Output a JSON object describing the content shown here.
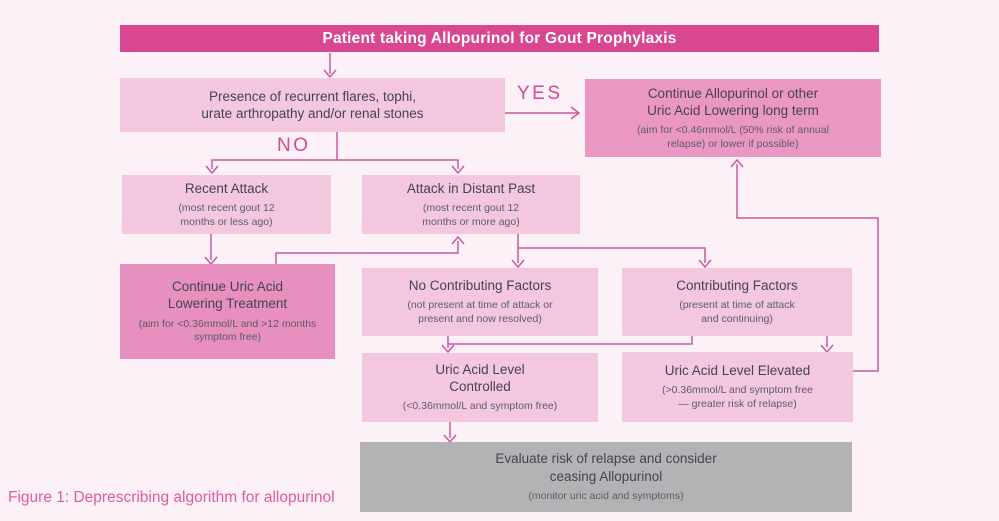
{
  "header": {
    "title": "Patient taking Allopurinol for Gout Prophylaxis"
  },
  "caption": "Figure 1: Deprescribing algorithm for allopurinol",
  "branch_labels": {
    "yes": "YES",
    "no": "NO"
  },
  "colors": {
    "background": "#fcf1f7",
    "title_bar": "#d8478f",
    "box_light_pink": "#f3c8de",
    "box_medium_pink": "#eb97c3",
    "box_dark_pink": "#e78fbe",
    "box_gray": "#b3b2b4",
    "arrow": "#c9599f",
    "accent_text": "#d8479a"
  },
  "nodes": {
    "presence": {
      "title": "Presence of recurrent flares, tophi,\nurate arthropathy and/or renal stones"
    },
    "continue_allopurinol": {
      "title": "Continue Allopurinol or other\nUric Acid Lowering long term",
      "sub": "(aim for <0.46mmol/L (50% risk of annual\nrelapse) or lower if possible)"
    },
    "recent_attack": {
      "title": "Recent Attack",
      "sub": "(most recent gout 12\nmonths or less ago)"
    },
    "attack_distant_past": {
      "title": "Attack in Distant Past",
      "sub": "(most recent gout 12\nmonths or more ago)"
    },
    "continue_uric_acid": {
      "title": "Continue Uric Acid\nLowering Treatment",
      "sub": "(aim for <0.36mmol/L and >12 months\nsymptom free)"
    },
    "no_contributing_factors": {
      "title": "No Contributing Factors",
      "sub": "(not present at time of attack or\npresent and now resolved)"
    },
    "contributing_factors": {
      "title": "Contributing Factors",
      "sub": "(present at time of attack\nand continuing)"
    },
    "uric_controlled": {
      "title": "Uric Acid Level\nControlled",
      "sub": "(<0.36mmol/L and symptom free)"
    },
    "uric_elevated": {
      "title": "Uric Acid Level Elevated",
      "sub": "(>0.36mmol/L and symptom free\n— greater risk of relapse)"
    },
    "evaluate": {
      "title": "Evaluate risk of relapse and consider\nceasing Allopurinol",
      "sub": "(monitor uric acid and symptoms)"
    }
  }
}
